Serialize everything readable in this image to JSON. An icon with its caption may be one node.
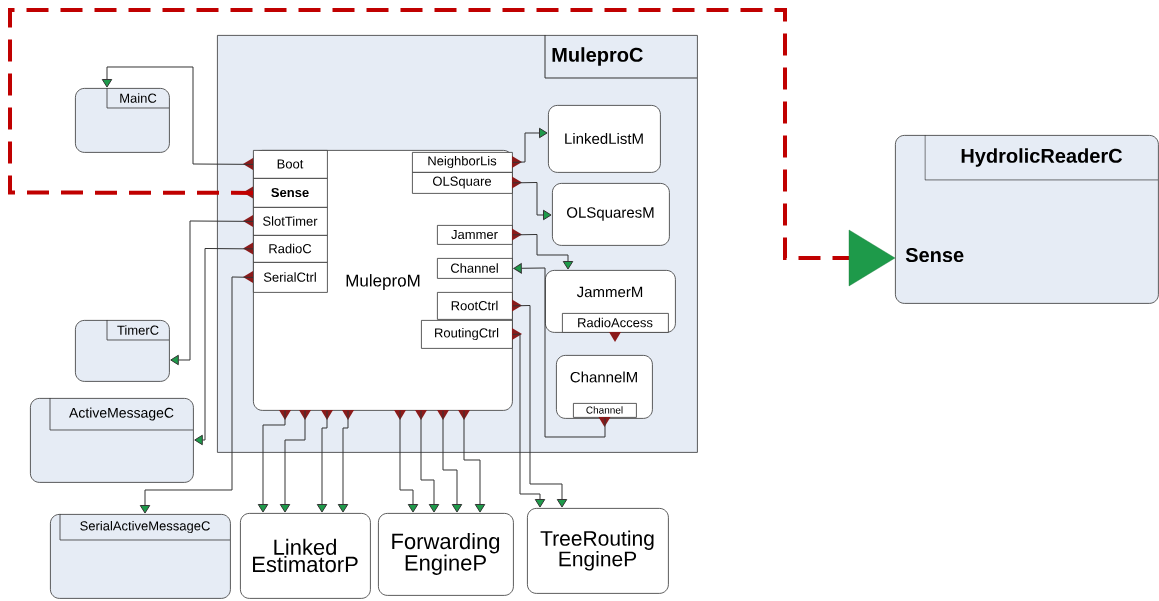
{
  "diagram": {
    "nodes": [
      {
        "text": [
          "MuleproC"
        ]
      },
      {
        "text": [
          "MainC"
        ]
      },
      {
        "text": [
          "MuleproM"
        ],
        "in": 0
      },
      {
        "text": [
          "Boot"
        ],
        "in": 2
      },
      {
        "text": [
          "Sense"
        ],
        "in": 2
      },
      {
        "text": [
          "SlotTimer"
        ],
        "in": 2
      },
      {
        "text": [
          "RadioC"
        ],
        "in": 2
      },
      {
        "text": [
          "SerialCtrl"
        ],
        "in": 2
      },
      {
        "text": [
          "NeighborLis"
        ],
        "in": 2
      },
      {
        "text": [
          "OLSquare"
        ],
        "in": 2
      },
      {
        "text": [
          "Jammer"
        ],
        "in": 2
      },
      {
        "text": [
          "Channel"
        ],
        "in": 2
      },
      {
        "text": [
          "RootCtrl"
        ],
        "in": 2
      },
      {
        "text": [
          "RoutingCtrl"
        ],
        "in": 2
      },
      {
        "text": [
          "LinkedListM"
        ],
        "in": 0
      },
      {
        "text": [
          "OLSquaresM"
        ],
        "in": 0
      },
      {
        "text": [
          "JammerM"
        ],
        "in": 0
      },
      {
        "text": [
          "RadioAccess"
        ],
        "in": 16
      },
      {
        "text": [
          "ChannelM"
        ],
        "in": 0
      },
      {
        "text": [
          "Channel"
        ],
        "in": 18
      },
      {
        "text": [
          "TimerC"
        ]
      },
      {
        "text": [
          "ActiveMessageC"
        ]
      },
      {
        "text": [
          "SerialActiveMessageC"
        ]
      },
      {
        "text": [
          "Linked EstimatorP"
        ]
      },
      {
        "text": [
          "Forwarding EngineP"
        ]
      },
      {
        "text": [
          "TreeRouting EngineP"
        ]
      },
      {
        "text": [
          "HydrolicReaderC",
          "Sense"
        ]
      }
    ],
    "edges": [
      {
        "from": 3,
        "to": 1,
        "arrow": "to"
      },
      {
        "from": 4,
        "to": 26,
        "arrow": "to",
        "style": "dashed",
        "color": "#c00000"
      },
      {
        "from": 5,
        "to": 20,
        "arrow": "to"
      },
      {
        "from": 6,
        "to": 21,
        "arrow": "to"
      },
      {
        "from": 7,
        "to": 22,
        "arrow": "to"
      },
      {
        "from": 8,
        "to": 14,
        "arrow": "to"
      },
      {
        "from": 9,
        "to": 15,
        "arrow": "to"
      },
      {
        "from": 10,
        "to": 16,
        "arrow": "to"
      },
      {
        "from": 19,
        "to": 11,
        "arrow": "to"
      },
      {
        "from": 12,
        "to": 25,
        "arrow": "to"
      },
      {
        "from": 13,
        "to": 25,
        "arrow": "to"
      },
      {
        "from": 2,
        "to": 23,
        "arrow": "to"
      },
      {
        "from": 2,
        "to": 23,
        "arrow": "to"
      },
      {
        "from": 2,
        "to": 23,
        "arrow": "to"
      },
      {
        "from": 2,
        "to": 23,
        "arrow": "to"
      },
      {
        "from": 2,
        "to": 24,
        "arrow": "to"
      },
      {
        "from": 2,
        "to": 24,
        "arrow": "to"
      },
      {
        "from": 2,
        "to": 24,
        "arrow": "to"
      },
      {
        "from": 2,
        "to": 24,
        "arrow": "to"
      }
    ]
  }
}
